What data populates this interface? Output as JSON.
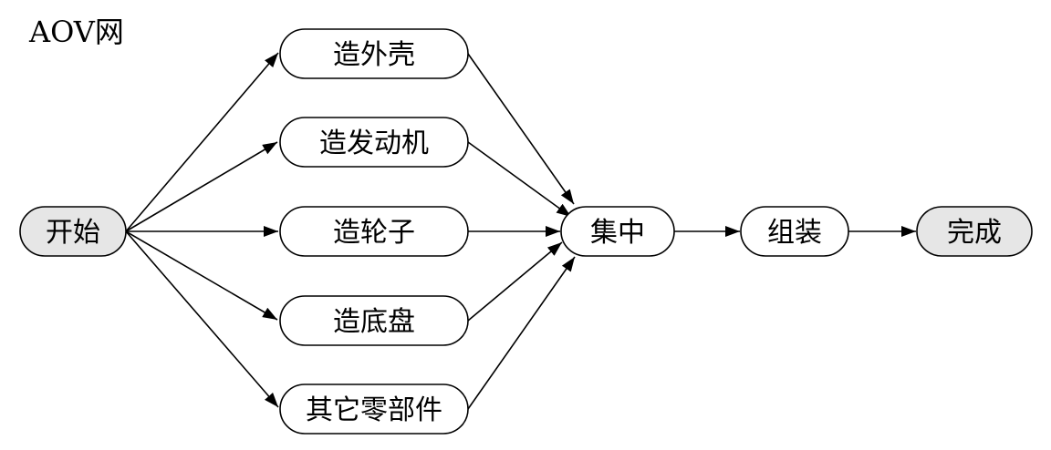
{
  "title": "AOV网",
  "colors": {
    "terminal_fill": "#e6e6e6",
    "task_fill": "#ffffff",
    "stroke": "#000000"
  },
  "nodes": [
    {
      "id": "start",
      "label": "开始",
      "kind": "terminal"
    },
    {
      "id": "shell",
      "label": "造外壳",
      "kind": "task"
    },
    {
      "id": "engine",
      "label": "造发动机",
      "kind": "task"
    },
    {
      "id": "wheels",
      "label": "造轮子",
      "kind": "task"
    },
    {
      "id": "chassis",
      "label": "造底盘",
      "kind": "task"
    },
    {
      "id": "parts",
      "label": "其它零部件",
      "kind": "task"
    },
    {
      "id": "gather",
      "label": "集中",
      "kind": "task"
    },
    {
      "id": "assemble",
      "label": "组装",
      "kind": "task"
    },
    {
      "id": "done",
      "label": "完成",
      "kind": "terminal"
    }
  ],
  "edges": [
    {
      "from": "start",
      "to": "shell"
    },
    {
      "from": "start",
      "to": "engine"
    },
    {
      "from": "start",
      "to": "wheels"
    },
    {
      "from": "start",
      "to": "chassis"
    },
    {
      "from": "start",
      "to": "parts"
    },
    {
      "from": "shell",
      "to": "gather"
    },
    {
      "from": "engine",
      "to": "gather"
    },
    {
      "from": "wheels",
      "to": "gather"
    },
    {
      "from": "chassis",
      "to": "gather"
    },
    {
      "from": "parts",
      "to": "gather"
    },
    {
      "from": "gather",
      "to": "assemble"
    },
    {
      "from": "assemble",
      "to": "done"
    }
  ]
}
